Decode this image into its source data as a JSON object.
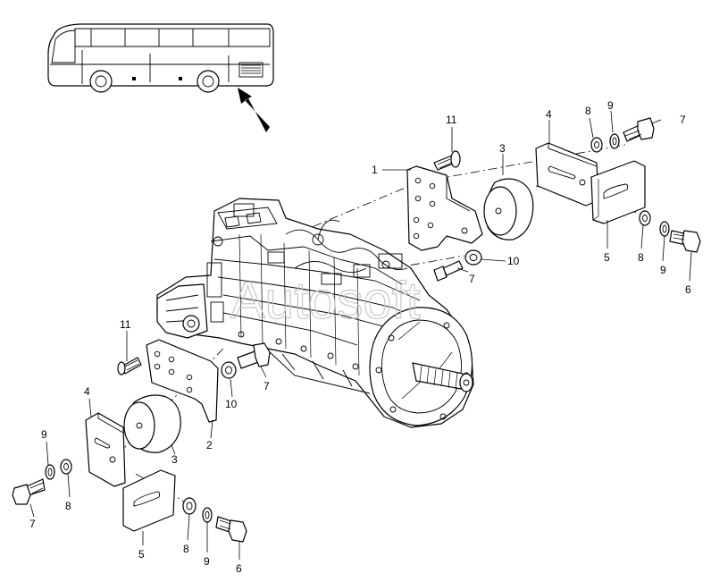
{
  "watermark": "Autosoft",
  "colors": {
    "line": "#000000",
    "background": "#ffffff",
    "watermark": "#c8c8c8"
  },
  "callouts": {
    "top_11": "11",
    "top_1": "1",
    "top_3": "3",
    "top_4": "4",
    "top_8": "8",
    "top_9": "9",
    "top_7": "7",
    "top_5": "5",
    "top_8b": "8",
    "top_9b": "9",
    "top_6": "6",
    "top_10": "10",
    "top_7b": "7",
    "bot_11": "11",
    "bot_7": "7",
    "bot_10": "10",
    "bot_2": "2",
    "bot_3": "3",
    "bot_4": "4",
    "bot_9": "9",
    "bot_8": "8",
    "bot_7b": "7",
    "bot_5": "5",
    "bot_8b": "8",
    "bot_9b": "9",
    "bot_6": "6"
  }
}
